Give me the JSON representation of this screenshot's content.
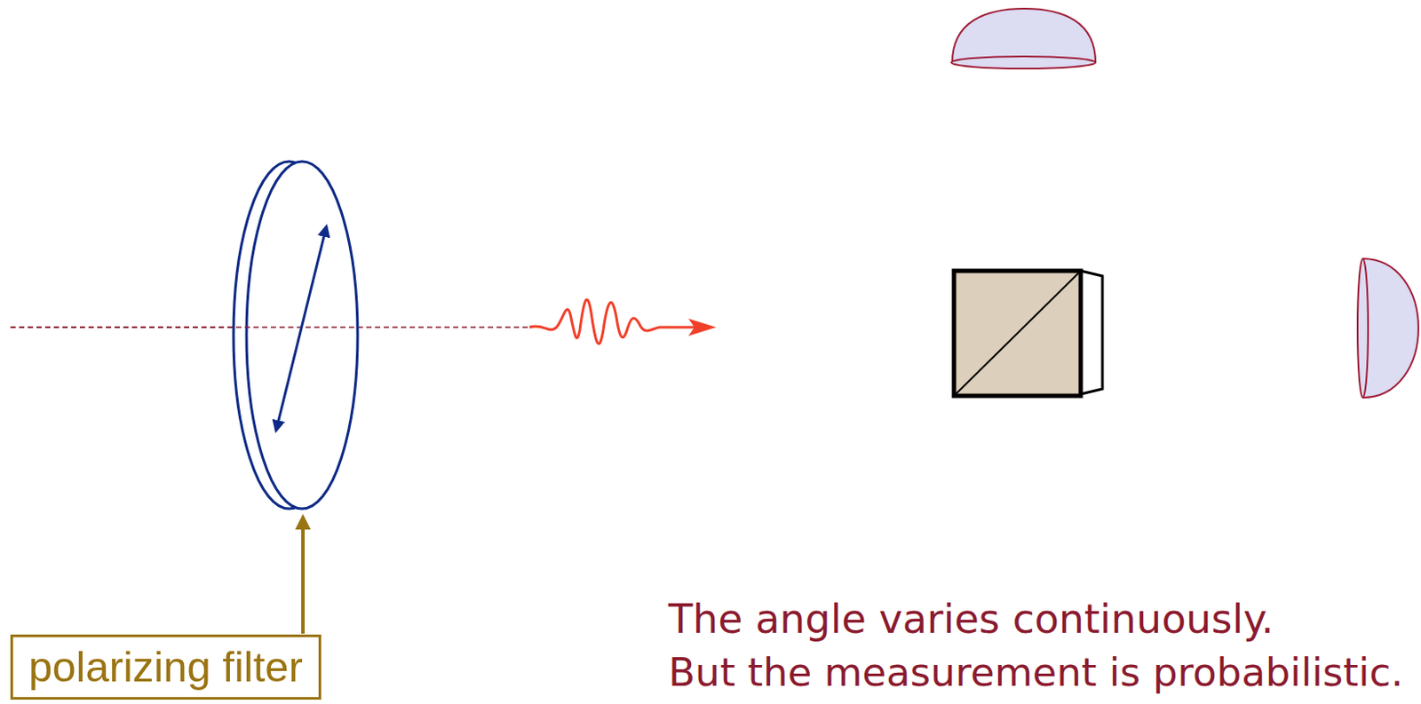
{
  "diagram": {
    "nodes": [
      {
        "text": [
          "polarizing filter"
        ]
      }
    ],
    "labels": [
      "The angle varies continuously.",
      "But the measurement is probabilistic."
    ]
  }
}
